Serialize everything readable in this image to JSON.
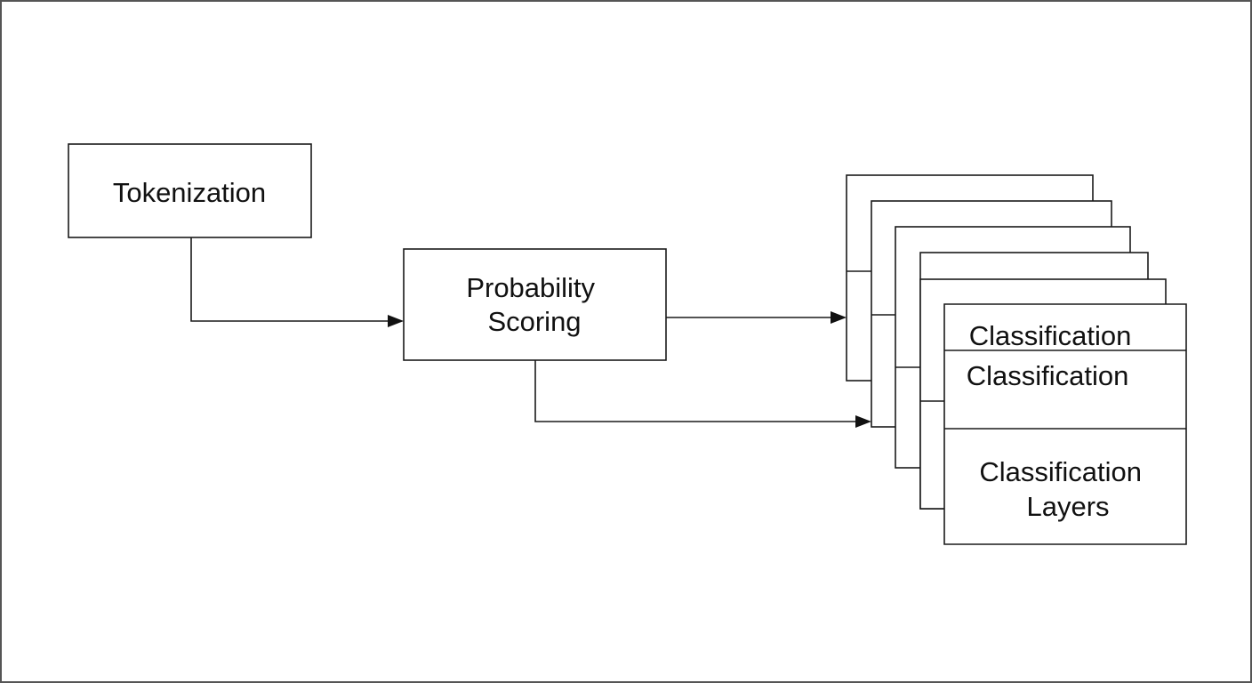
{
  "nodes": {
    "tokenization": {
      "label": "Tokenization"
    },
    "probability_scoring": {
      "line1": "Probability",
      "line2": "Scoring"
    },
    "classification_top": {
      "label": "Classification"
    },
    "classification_middle": {
      "label": "Classification"
    },
    "classification_layers": {
      "line1": "Classification",
      "line2": "Layers"
    }
  },
  "edges": [
    {
      "from": "tokenization",
      "to": "probability_scoring"
    },
    {
      "from": "probability_scoring",
      "to": "classification_stack"
    },
    {
      "from": "probability_scoring",
      "to": "classification_stack"
    }
  ],
  "colors": {
    "stroke": "#1a1a1a",
    "text": "#111111",
    "background": "#ffffff"
  }
}
